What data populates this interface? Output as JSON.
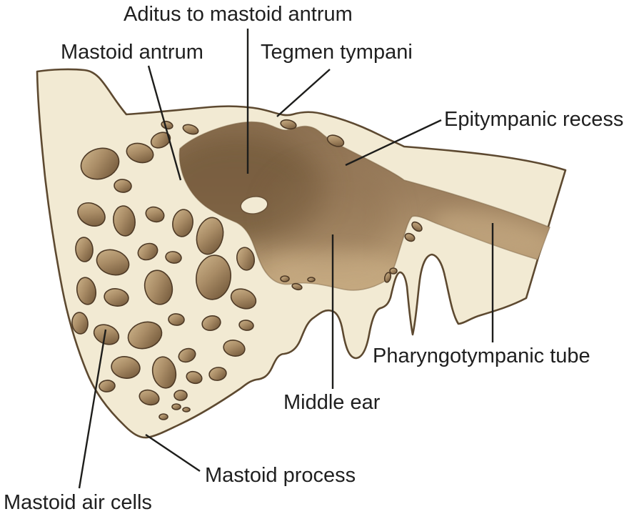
{
  "labels": {
    "aditus": "Aditus to mastoid antrum",
    "mastoid_antrum": "Mastoid antrum",
    "tegmen_tympani": "Tegmen tympani",
    "epitympanic_recess": "Epitympanic recess",
    "pharyngotympanic_tube": "Pharyngotympanic tube",
    "middle_ear": "Middle ear",
    "mastoid_process": "Mastoid process",
    "mastoid_air_cells": "Mastoid air cells"
  },
  "colors": {
    "background": "#ffffff",
    "bone_fill": "#f2ead3",
    "bone_outline": "#5d4930",
    "cavity_top": "#8d7152",
    "cavity_bottom": "#c3a77e",
    "antrum_shadow": "#6f5638",
    "tube_light": "#c9ad85",
    "cell_light": "#cfb68c",
    "cell_mid": "#a98c66",
    "cell_dark": "#6b5134",
    "cell_outline": "#4e3a26",
    "island_outline": "#6a5339",
    "leader_line": "#1d1d1b",
    "label_text": "#1f1f1f"
  }
}
